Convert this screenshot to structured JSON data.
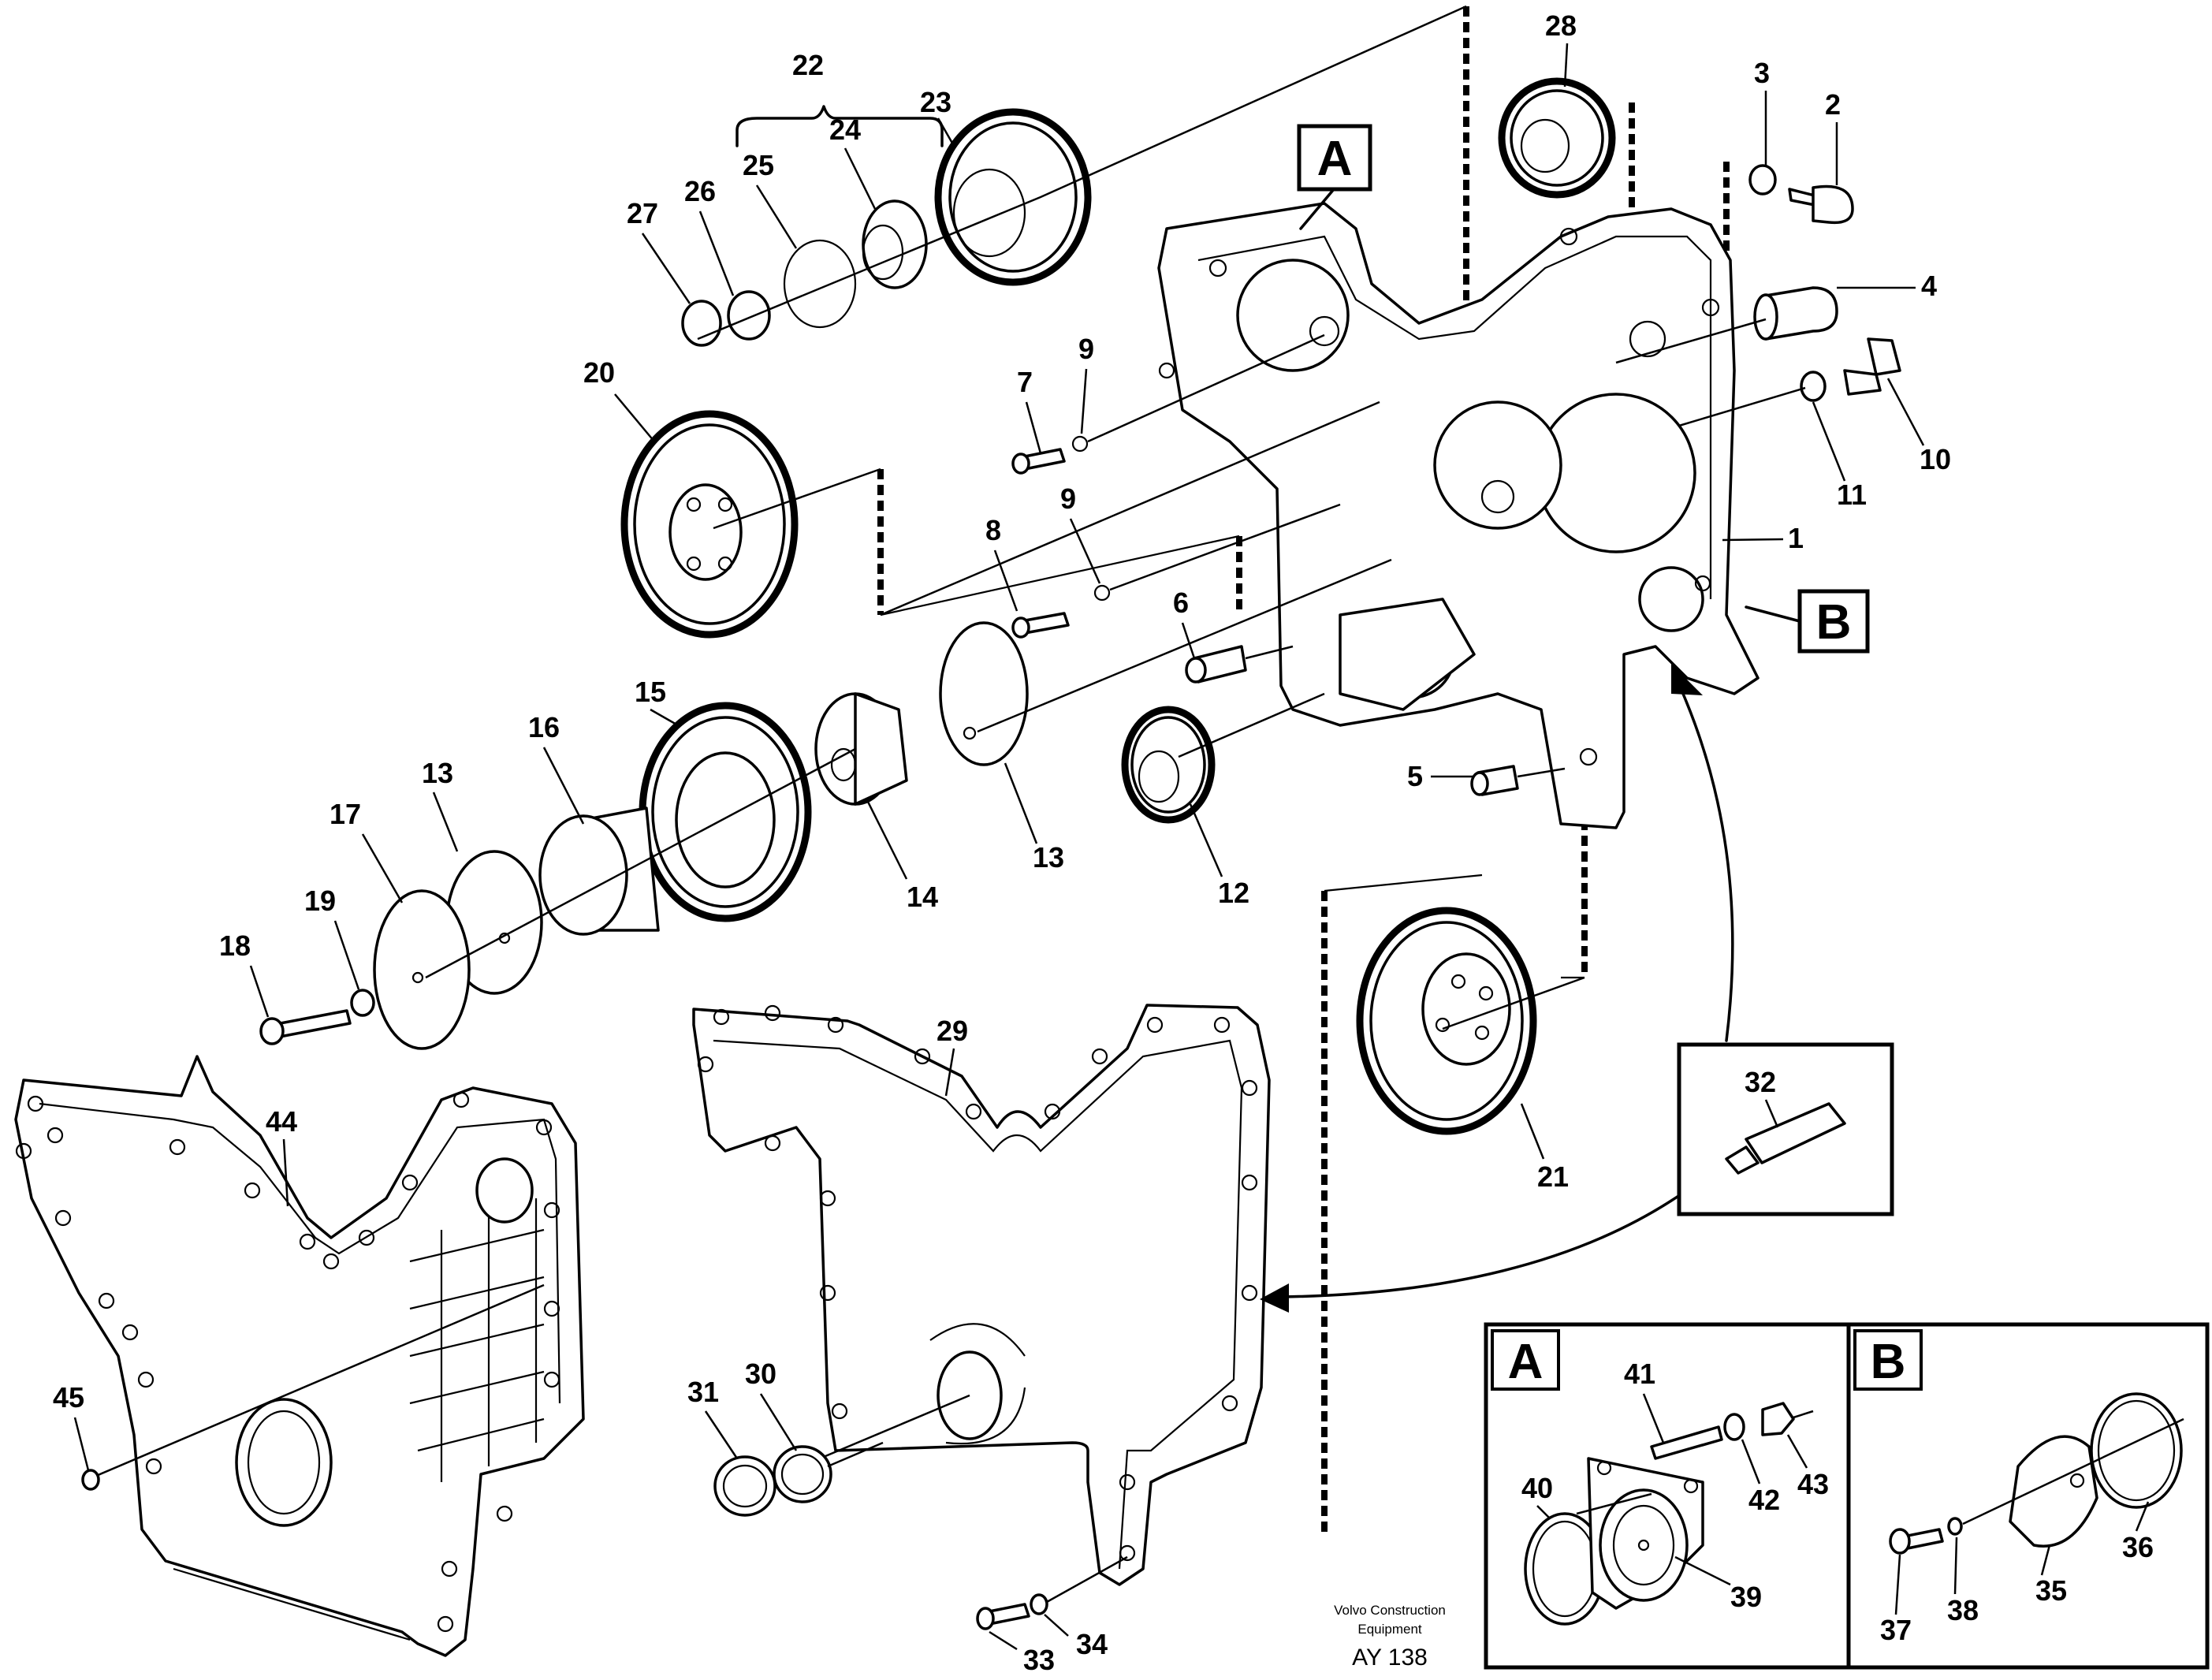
{
  "callouts": [
    "1",
    "2",
    "3",
    "4",
    "5",
    "6",
    "7",
    "8",
    "9",
    "9",
    "10",
    "11",
    "12",
    "13",
    "13",
    "14",
    "15",
    "16",
    "17",
    "18",
    "19",
    "20",
    "21",
    "22",
    "23",
    "24",
    "25",
    "26",
    "27",
    "28",
    "29",
    "30",
    "31",
    "32",
    "33",
    "34",
    "35",
    "36",
    "37",
    "38",
    "39",
    "40",
    "41",
    "42",
    "43",
    "44",
    "45"
  ],
  "section_labels": {
    "a": "A",
    "b": "B"
  },
  "detail_panel": {
    "a_title": "A",
    "b_title": "B"
  },
  "footer": {
    "brand_line1": "Volvo Construction",
    "brand_line2": "Equipment",
    "code": "AY 138"
  }
}
